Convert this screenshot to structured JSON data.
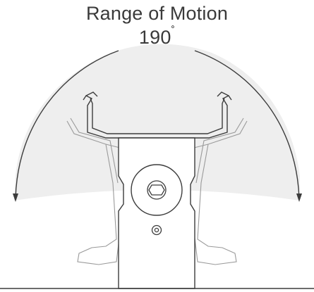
{
  "diagram": {
    "title": "Range of Motion",
    "angle_value": "190",
    "angle_unit": "˚",
    "range_degrees": 190
  },
  "colors": {
    "stroke": "#3c3c3c",
    "ghost_stroke": "#9a9a9a",
    "sweep_fill": "#eeeeee",
    "background": "#ffffff"
  }
}
